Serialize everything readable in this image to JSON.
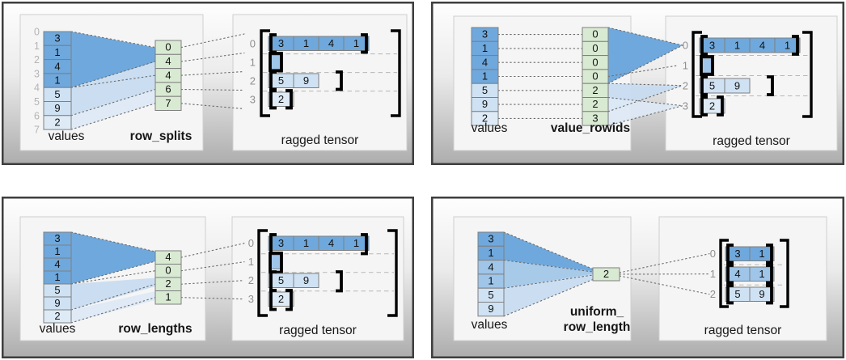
{
  "panels": [
    {
      "method": "row_splits",
      "values_label": "values",
      "tensor_label": "ragged tensor",
      "values": [
        "3",
        "1",
        "4",
        "1",
        "5",
        "9",
        "2"
      ],
      "boundaries": [
        "0",
        "1",
        "2",
        "3",
        "4",
        "5",
        "6",
        "7"
      ],
      "params": [
        "0",
        "4",
        "4",
        "6",
        "7"
      ],
      "row_ids": [
        "0",
        "1",
        "2",
        "3"
      ],
      "rows": [
        [
          "3",
          "1",
          "4",
          "1"
        ],
        [],
        [
          "5",
          "9"
        ],
        [
          "2"
        ]
      ]
    },
    {
      "method": "value_rowids",
      "values_label": "values",
      "tensor_label": "ragged tensor",
      "values": [
        "3",
        "1",
        "4",
        "1",
        "5",
        "9",
        "2"
      ],
      "params": [
        "0",
        "0",
        "0",
        "0",
        "2",
        "2",
        "3"
      ],
      "row_ids": [
        "0",
        "1",
        "2",
        "3"
      ],
      "rows": [
        [
          "3",
          "1",
          "4",
          "1"
        ],
        [],
        [
          "5",
          "9"
        ],
        [
          "2"
        ]
      ]
    },
    {
      "method": "row_lengths",
      "values_label": "values",
      "tensor_label": "ragged tensor",
      "values": [
        "3",
        "1",
        "4",
        "1",
        "5",
        "9",
        "2"
      ],
      "params": [
        "4",
        "0",
        "2",
        "1"
      ],
      "row_ids": [
        "0",
        "1",
        "2",
        "3"
      ],
      "rows": [
        [
          "3",
          "1",
          "4",
          "1"
        ],
        [],
        [
          "5",
          "9"
        ],
        [
          "2"
        ]
      ]
    },
    {
      "method_line1": "uniform_",
      "method_line2": "row_length",
      "values_label": "values",
      "tensor_label": "ragged tensor",
      "values": [
        "3",
        "1",
        "4",
        "1",
        "5",
        "9"
      ],
      "params": [
        "2"
      ],
      "row_ids": [
        "0",
        "1",
        "2"
      ],
      "rows": [
        [
          "3",
          "1"
        ],
        [
          "4",
          "1"
        ],
        [
          "5",
          "9"
        ]
      ]
    }
  ],
  "colors": {
    "dark_blue": "#6fa8dc",
    "medium_blue": "#9fc5e8",
    "light_blue": "#cfe2f3",
    "pale_blue": "#deebf7",
    "green": "#d9ead3",
    "panel_border": "#3e3e3e"
  }
}
